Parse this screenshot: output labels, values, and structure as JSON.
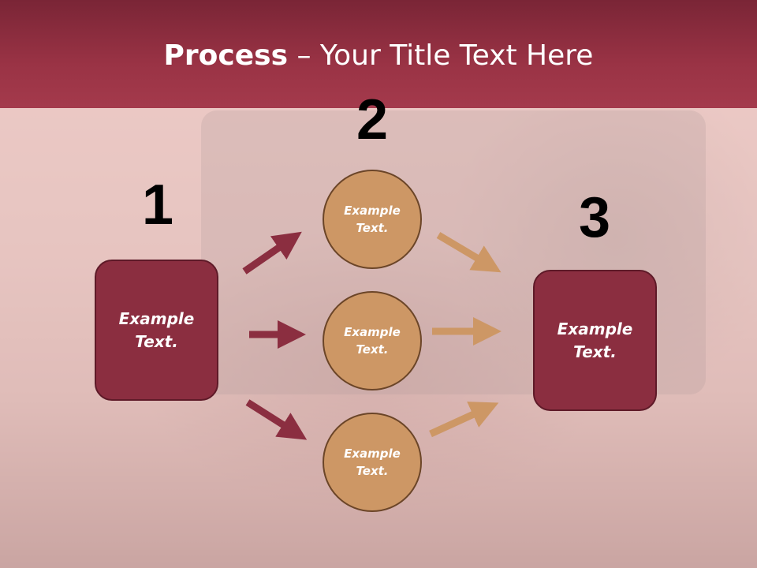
{
  "title": {
    "bold": "Process",
    "rest": " – Your Title Text Here"
  },
  "steps": {
    "one": "1",
    "two": "2",
    "three": "3"
  },
  "left_box": {
    "line1": "Example",
    "line2": "Text."
  },
  "right_box": {
    "line1": "Example",
    "line2": "Text."
  },
  "circles": [
    {
      "line1": "Example",
      "line2": "Text."
    },
    {
      "line1": "Example",
      "line2": "Text."
    },
    {
      "line1": "Example",
      "line2": "Text."
    }
  ],
  "colors": {
    "title_bar": "#9a3345",
    "box": "#8b2e40",
    "circle": "#cd9765",
    "arrow_red": "#8b2e40",
    "arrow_tan": "#cd9765"
  }
}
